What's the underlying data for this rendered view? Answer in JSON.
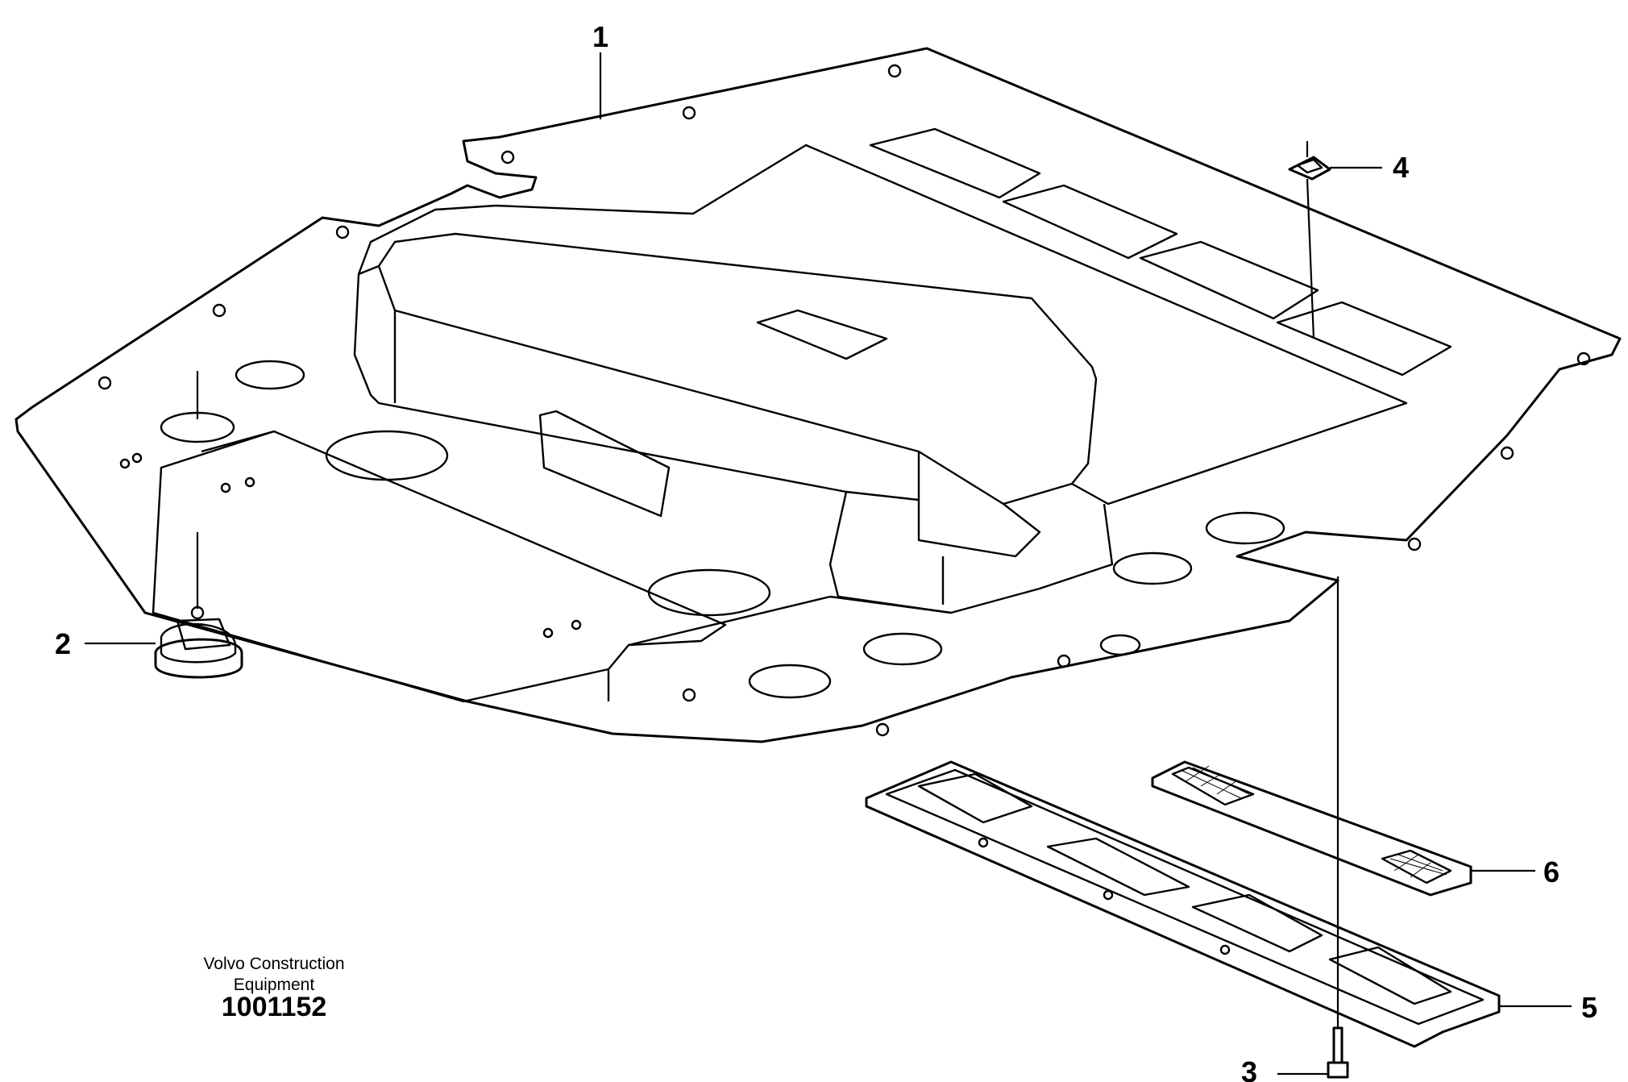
{
  "callouts": [
    {
      "id": "callout-1",
      "number": "1"
    },
    {
      "id": "callout-2",
      "number": "2"
    },
    {
      "id": "callout-3",
      "number": "3"
    },
    {
      "id": "callout-4",
      "number": "4"
    },
    {
      "id": "callout-5",
      "number": "5"
    },
    {
      "id": "callout-6",
      "number": "6"
    }
  ],
  "caption": {
    "company_line1": "Volvo Construction",
    "company_line2": "Equipment",
    "drawing_number": "1001152"
  }
}
